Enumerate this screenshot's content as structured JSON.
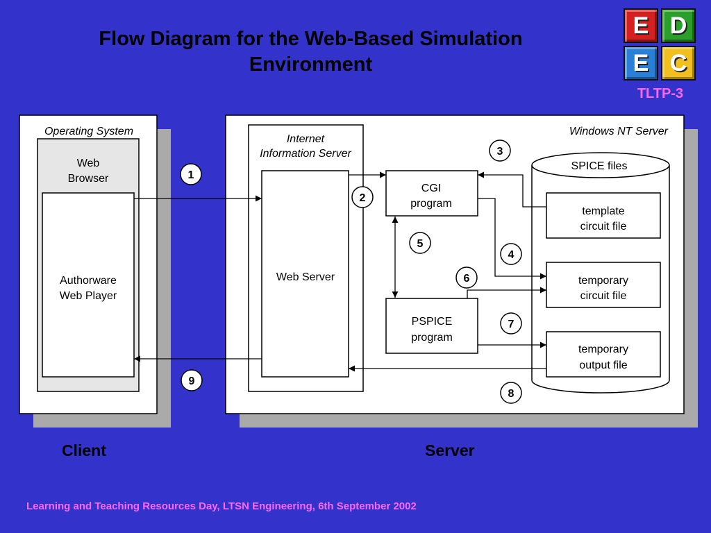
{
  "title": {
    "line1": "Flow Diagram for the Web-Based Simulation",
    "line2": "Environment"
  },
  "logo": {
    "letters": [
      "E",
      "D",
      "E",
      "C"
    ]
  },
  "badge": "TLTP-3",
  "diagram": {
    "client_os_label": "Operating System",
    "web_browser_label": [
      "Web",
      "Browser"
    ],
    "authorware_label": [
      "Authorware",
      "Web Player"
    ],
    "server_label": "Windows NT Server",
    "iis_label": [
      "Internet",
      "Information Server"
    ],
    "web_server_label": "Web Server",
    "cgi_label": [
      "CGI",
      "program"
    ],
    "pspice_label": [
      "PSPICE",
      "program"
    ],
    "spice_files_label": "SPICE files",
    "template_label": [
      "template",
      "circuit file"
    ],
    "temp_circuit_label": [
      "temporary",
      "circuit file"
    ],
    "temp_output_label": [
      "temporary",
      "output file"
    ],
    "steps": [
      "1",
      "2",
      "3",
      "4",
      "5",
      "6",
      "7",
      "8",
      "9"
    ]
  },
  "labels": {
    "client": "Client",
    "server": "Server"
  },
  "footer": "Learning and Teaching Resources Day, LTSN Engineering, 6th September 2002"
}
